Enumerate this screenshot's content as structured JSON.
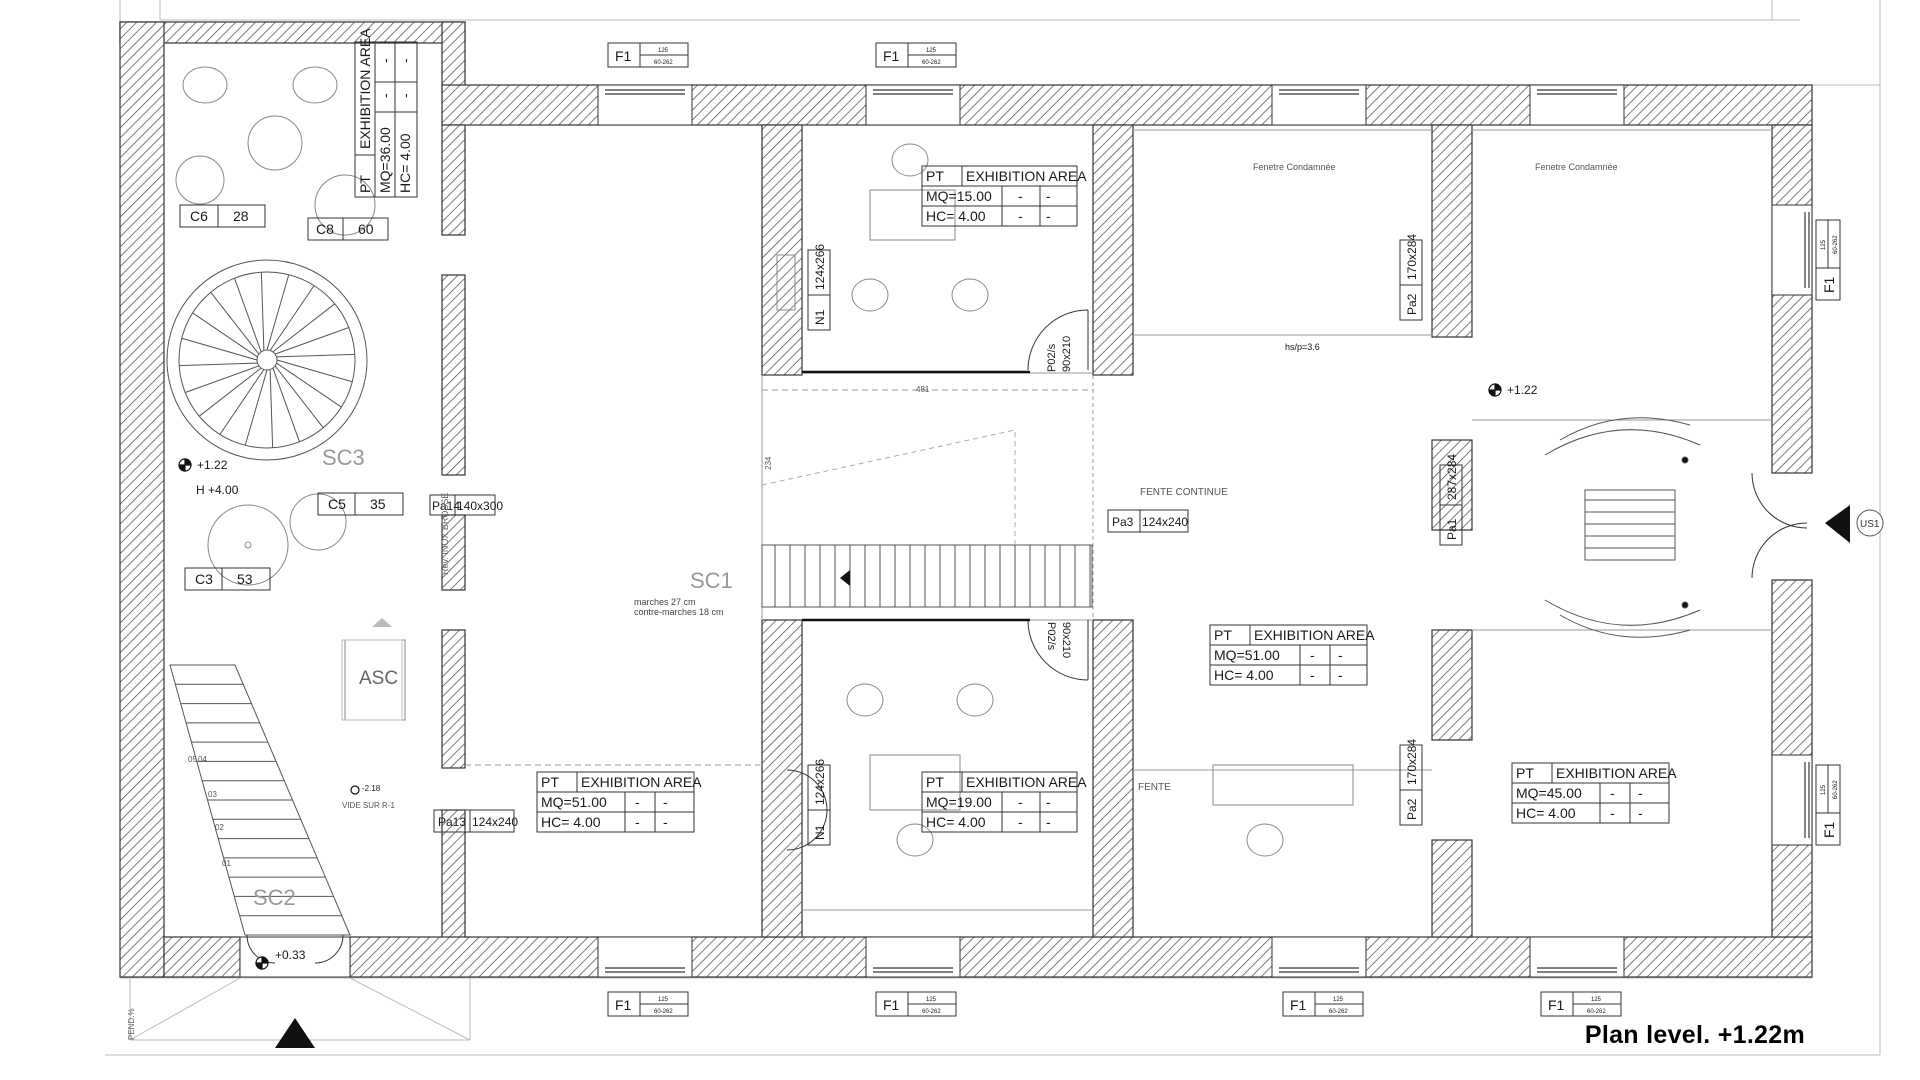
{
  "plan": {
    "caption": "Plan level. +1.22m",
    "colors": {
      "wall_hatch": "#555555",
      "line": "#333333",
      "light_line": "#9a9a9a"
    },
    "rooms": [
      {
        "id": "r1",
        "pt": "PT",
        "area": "EXHIBITION AREA",
        "mq": "MQ=36.00",
        "hc": "HC= 4.00",
        "rotated": true
      },
      {
        "id": "r2",
        "pt": "PT",
        "area": "EXHIBITION AREA",
        "mq": "MQ=15.00",
        "hc": "HC= 4.00"
      },
      {
        "id": "r3",
        "pt": "PT",
        "area": "EXHIBITION AREA",
        "mq": "MQ=51.00",
        "hc": "HC= 4.00"
      },
      {
        "id": "r4",
        "pt": "PT",
        "area": "EXHIBITION AREA",
        "mq": "MQ=19.00",
        "hc": "HC= 4.00"
      },
      {
        "id": "r5",
        "pt": "PT",
        "area": "EXHIBITION AREA",
        "mq": "MQ=51.00",
        "hc": "HC= 4.00"
      },
      {
        "id": "r6",
        "pt": "PT",
        "area": "EXHIBITION AREA",
        "mq": "MQ=45.00",
        "hc": "HC= 4.00"
      }
    ],
    "dash": "-",
    "pieces": [
      {
        "id": "c6",
        "code": "C6",
        "num": "28"
      },
      {
        "id": "c8",
        "code": "C8",
        "num": "60"
      },
      {
        "id": "c5",
        "code": "C5",
        "num": "35"
      },
      {
        "id": "c3",
        "code": "C3",
        "num": "53"
      }
    ],
    "window_tag": {
      "code": "F1",
      "top": "125",
      "bottom": "60-262"
    },
    "openings": [
      {
        "id": "pa14",
        "code": "Pa14",
        "size": "140x300"
      },
      {
        "id": "pa13",
        "code": "Pa13",
        "size": "124x240"
      },
      {
        "id": "pa3",
        "code": "Pa3",
        "size": "124x240"
      },
      {
        "id": "n1a",
        "code": "N1",
        "size": "124x266"
      },
      {
        "id": "n1b",
        "code": "N1",
        "size": "124x266"
      },
      {
        "id": "pa2a",
        "code": "Pa2",
        "size": "170x284"
      },
      {
        "id": "pa1",
        "code": "Pa1",
        "size": "287x284"
      },
      {
        "id": "pa2b",
        "code": "Pa2",
        "size": "170x284"
      }
    ],
    "doors": {
      "p02a": "P02/s",
      "p02a_size": "90x210",
      "p02b": "P02/s",
      "p02b_size": "90x210"
    },
    "levels": {
      "a": "+1.22",
      "b": "H +4.00",
      "c": "+1.22",
      "d": "+0.33",
      "e": "-2.18"
    },
    "labels": {
      "sc1": "SC1",
      "sc2": "SC2",
      "sc3": "SC3",
      "asc": "ASC",
      "us1": "US1",
      "marches": "marches 27 cm",
      "contre_marches": "contre-marches 18 cm",
      "fenetre1": "Fenetre Condamnée",
      "fenetre2": "Fenetre Condamnée",
      "fente_continue": "FENTE CONTINUE",
      "fente": "FENTE",
      "rev_inox": "Rev. INOX BROSSE",
      "vide": "VIDE SUR R-1",
      "pend": "PEND.%",
      "dim_481": "481",
      "dim_234": "234",
      "hsp": "hs/p=3.6",
      "steps": [
        "05",
        "04",
        "03",
        "02",
        "01"
      ]
    }
  }
}
